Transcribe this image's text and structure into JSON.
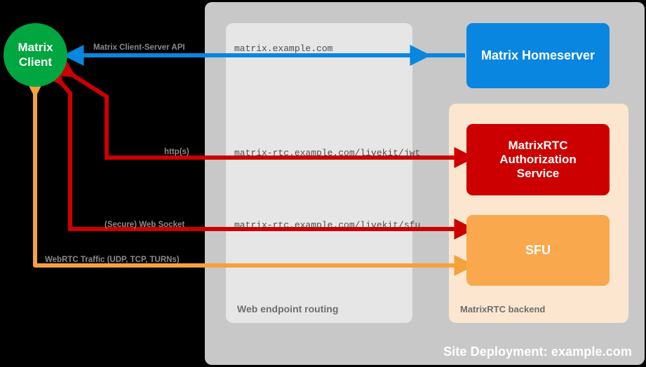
{
  "diagram": {
    "site": {
      "title": "Site Deployment: example.com",
      "routing_title": "Web endpoint routing",
      "backend_title": "MatrixRTC backend"
    },
    "nodes": {
      "client": "Matrix\nClient",
      "client_line1": "Matrix",
      "client_line2": "Client",
      "homeserver": "Matrix Homeserver",
      "auth_line1": "MatrixRTC",
      "auth_line2": "Authorization",
      "auth_line3": "Service",
      "sfu": "SFU"
    },
    "edges": [
      {
        "id": "matrix-client-server-api",
        "protocol_label": "Matrix Client-Server API",
        "endpoint_label": "matrix.example.com",
        "color": "#0886e0",
        "direction": "server-to-client"
      },
      {
        "id": "livekit-jwt",
        "protocol_label": "http(s)",
        "endpoint_label": "matrix-rtc.example.com/livekit/jwt",
        "color": "#cc0000",
        "direction": "bidirectional"
      },
      {
        "id": "livekit-sfu",
        "protocol_label": "(Secure) Web Socket",
        "endpoint_label": "matrix-rtc.example.com/livekit/sfu",
        "color": "#cc0000",
        "direction": "bidirectional"
      },
      {
        "id": "webrtc-media",
        "protocol_label": "WebRTC Traffic (UDP, TCP, TURNs)",
        "endpoint_label": "",
        "color": "#f4a23c",
        "direction": "bidirectional"
      }
    ],
    "colors": {
      "client": "#00a63f",
      "homeserver": "#0886e0",
      "auth_service": "#cc0000",
      "sfu": "#f9a84d",
      "site_bg": "#c8c8c8",
      "routing_bg": "#e6e6e6",
      "backend_bg": "#fce6d0",
      "page_bg": "#000000"
    }
  }
}
